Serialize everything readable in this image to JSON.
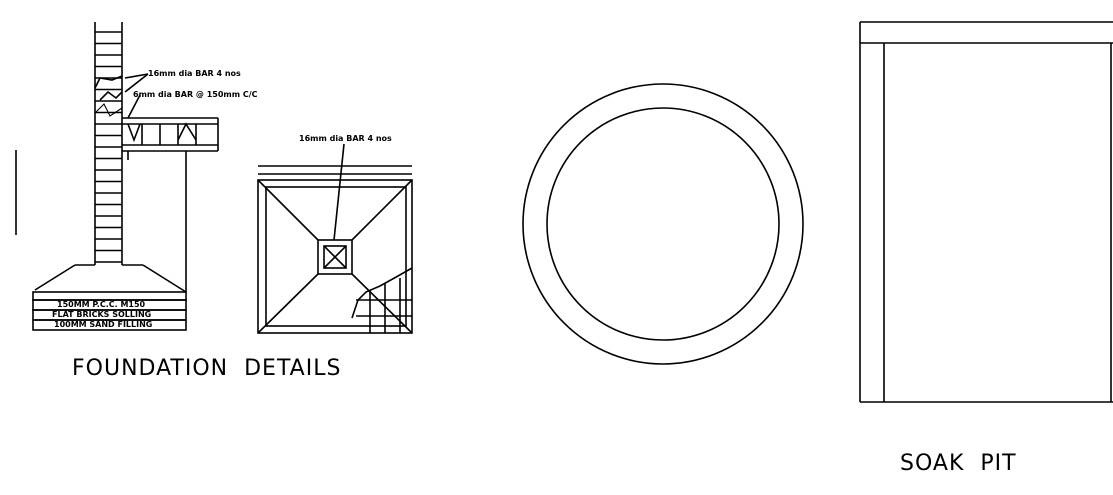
{
  "drawing": {
    "foundation": {
      "title": "FOUNDATION  DETAILS",
      "label_top_bar": "16mm dia BAR 4 nos",
      "label_stirrup": "6mm dia BAR @ 150mm C/C",
      "label_plan_bar": "16mm dia BAR 4 nos",
      "layer_pcc": "150MM P.C.C. M150",
      "layer_soling": "FLAT BRICKS SOLLING",
      "layer_sand": "100MM SAND FILLING"
    },
    "soak_pit": {
      "title": "SOAK  PIT"
    }
  }
}
